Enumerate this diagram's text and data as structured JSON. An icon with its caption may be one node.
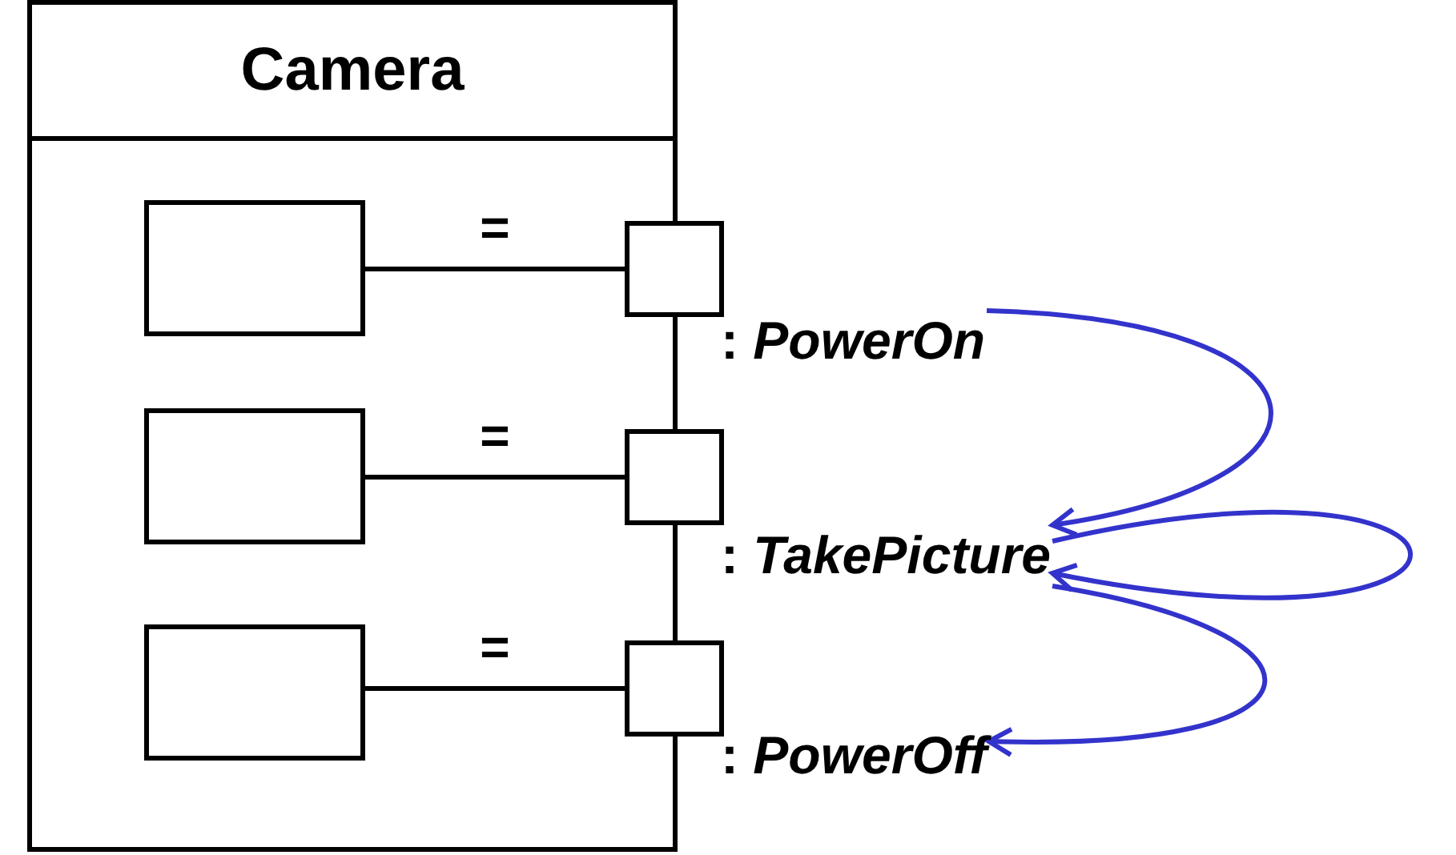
{
  "diagram": {
    "nodes": [
      {
        "text": [
          "Camera"
        ]
      },
      {
        "text": [],
        "shape": "box",
        "in": 0
      },
      {
        "text": [],
        "shape": "box",
        "in": 0
      },
      {
        "text": [],
        "shape": "box",
        "in": 0
      },
      {
        "text": [],
        "shape": "box"
      },
      {
        "text": [],
        "shape": "box"
      },
      {
        "text": [],
        "shape": "box"
      },
      {
        "text": [
          ": *PowerOn*"
        ]
      },
      {
        "text": [
          ": *TakePicture*"
        ]
      },
      {
        "text": [
          ": *PowerOff*"
        ]
      }
    ],
    "edges": [
      {
        "from": 1,
        "to": 4,
        "arrow": "none",
        "label": "="
      },
      {
        "from": 2,
        "to": 5,
        "arrow": "none",
        "label": "="
      },
      {
        "from": 3,
        "to": 6,
        "arrow": "none",
        "label": "="
      },
      {
        "from": 7,
        "to": 8,
        "arrow": "to",
        "color": "#3333cc"
      },
      {
        "from": 8,
        "to": 8,
        "arrow": "to",
        "color": "#3333cc"
      },
      {
        "from": 8,
        "to": 9,
        "arrow": "to",
        "color": "#3333cc"
      }
    ]
  }
}
